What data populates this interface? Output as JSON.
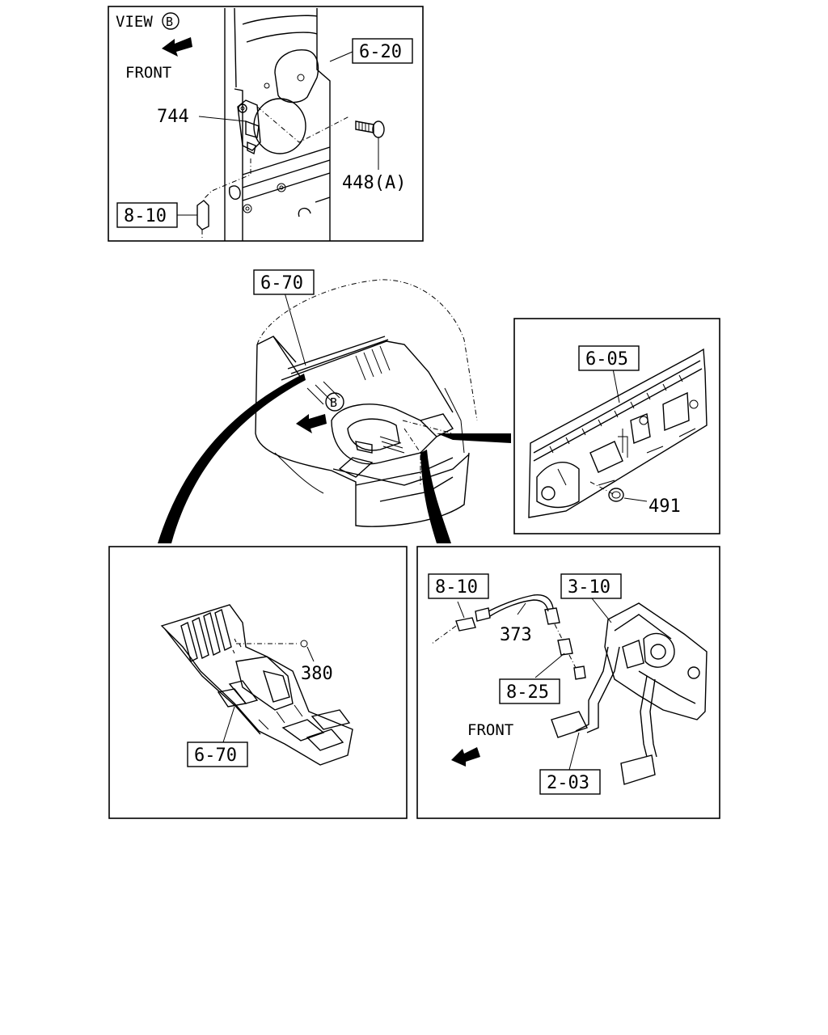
{
  "view_b": {
    "title": "VIEW",
    "marker": "B",
    "front": "FRONT",
    "refs": {
      "r620": "6-20",
      "r810": "8-10"
    },
    "parts": {
      "p744": "744",
      "p448": "448(A)"
    }
  },
  "main": {
    "marker": "B",
    "refs": {
      "r670": "6-70"
    }
  },
  "dash_panel": {
    "refs": {
      "r605": "6-05"
    },
    "parts": {
      "p491": "491"
    }
  },
  "floor_panel": {
    "refs": {
      "r670": "6-70"
    },
    "parts": {
      "p380": "380"
    }
  },
  "pedal": {
    "front": "FRONT",
    "refs": {
      "r810": "8-10",
      "r310": "3-10",
      "r825": "8-25",
      "r203": "2-03"
    },
    "parts": {
      "p373": "373"
    }
  },
  "colors": {
    "line": "#000000",
    "background": "#ffffff"
  }
}
